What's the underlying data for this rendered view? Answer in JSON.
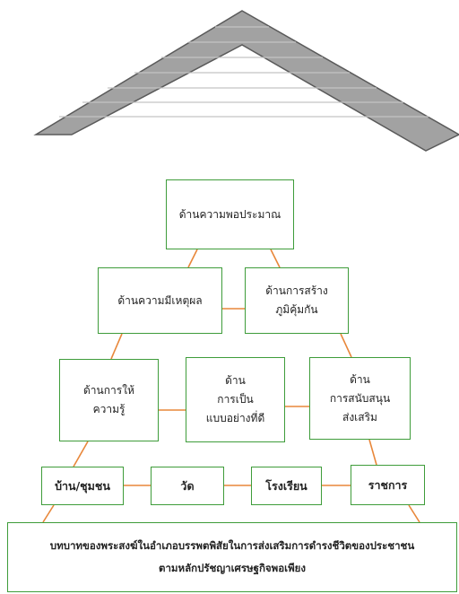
{
  "nodes": {
    "top": "ด้านความพอประมาณ",
    "reason": "ด้านความมีเหตุผล",
    "immunity": "ด้านการสร้าง\nภูมิคุ้มกัน",
    "knowledge": "ด้านการให้\nความรู้",
    "role_model": "ด้าน\nการเป็น\nแบบอย่างที่ดี",
    "support": "ด้าน\nการสนับสนุน\nส่งเสริม",
    "home": "บ้าน/ชุมชน",
    "temple": "วัด",
    "school": "โรงเรียน",
    "government": "ราชการ"
  },
  "footer": "บทบาทของพระสงฆ์ในอำเภอบรรพตพิสัยในการส่งเสริมการดำรงชีวิตของประชาชน\nตามหลักปรัชญาเศรษฐกิจพอเพียง",
  "colors": {
    "box_border": "#3e9c3a",
    "connector": "#e8873a",
    "roof_fill": "#a2a2a2",
    "roof_stripe": "#c4c4c4",
    "roof_edge": "#5a5a5a"
  }
}
